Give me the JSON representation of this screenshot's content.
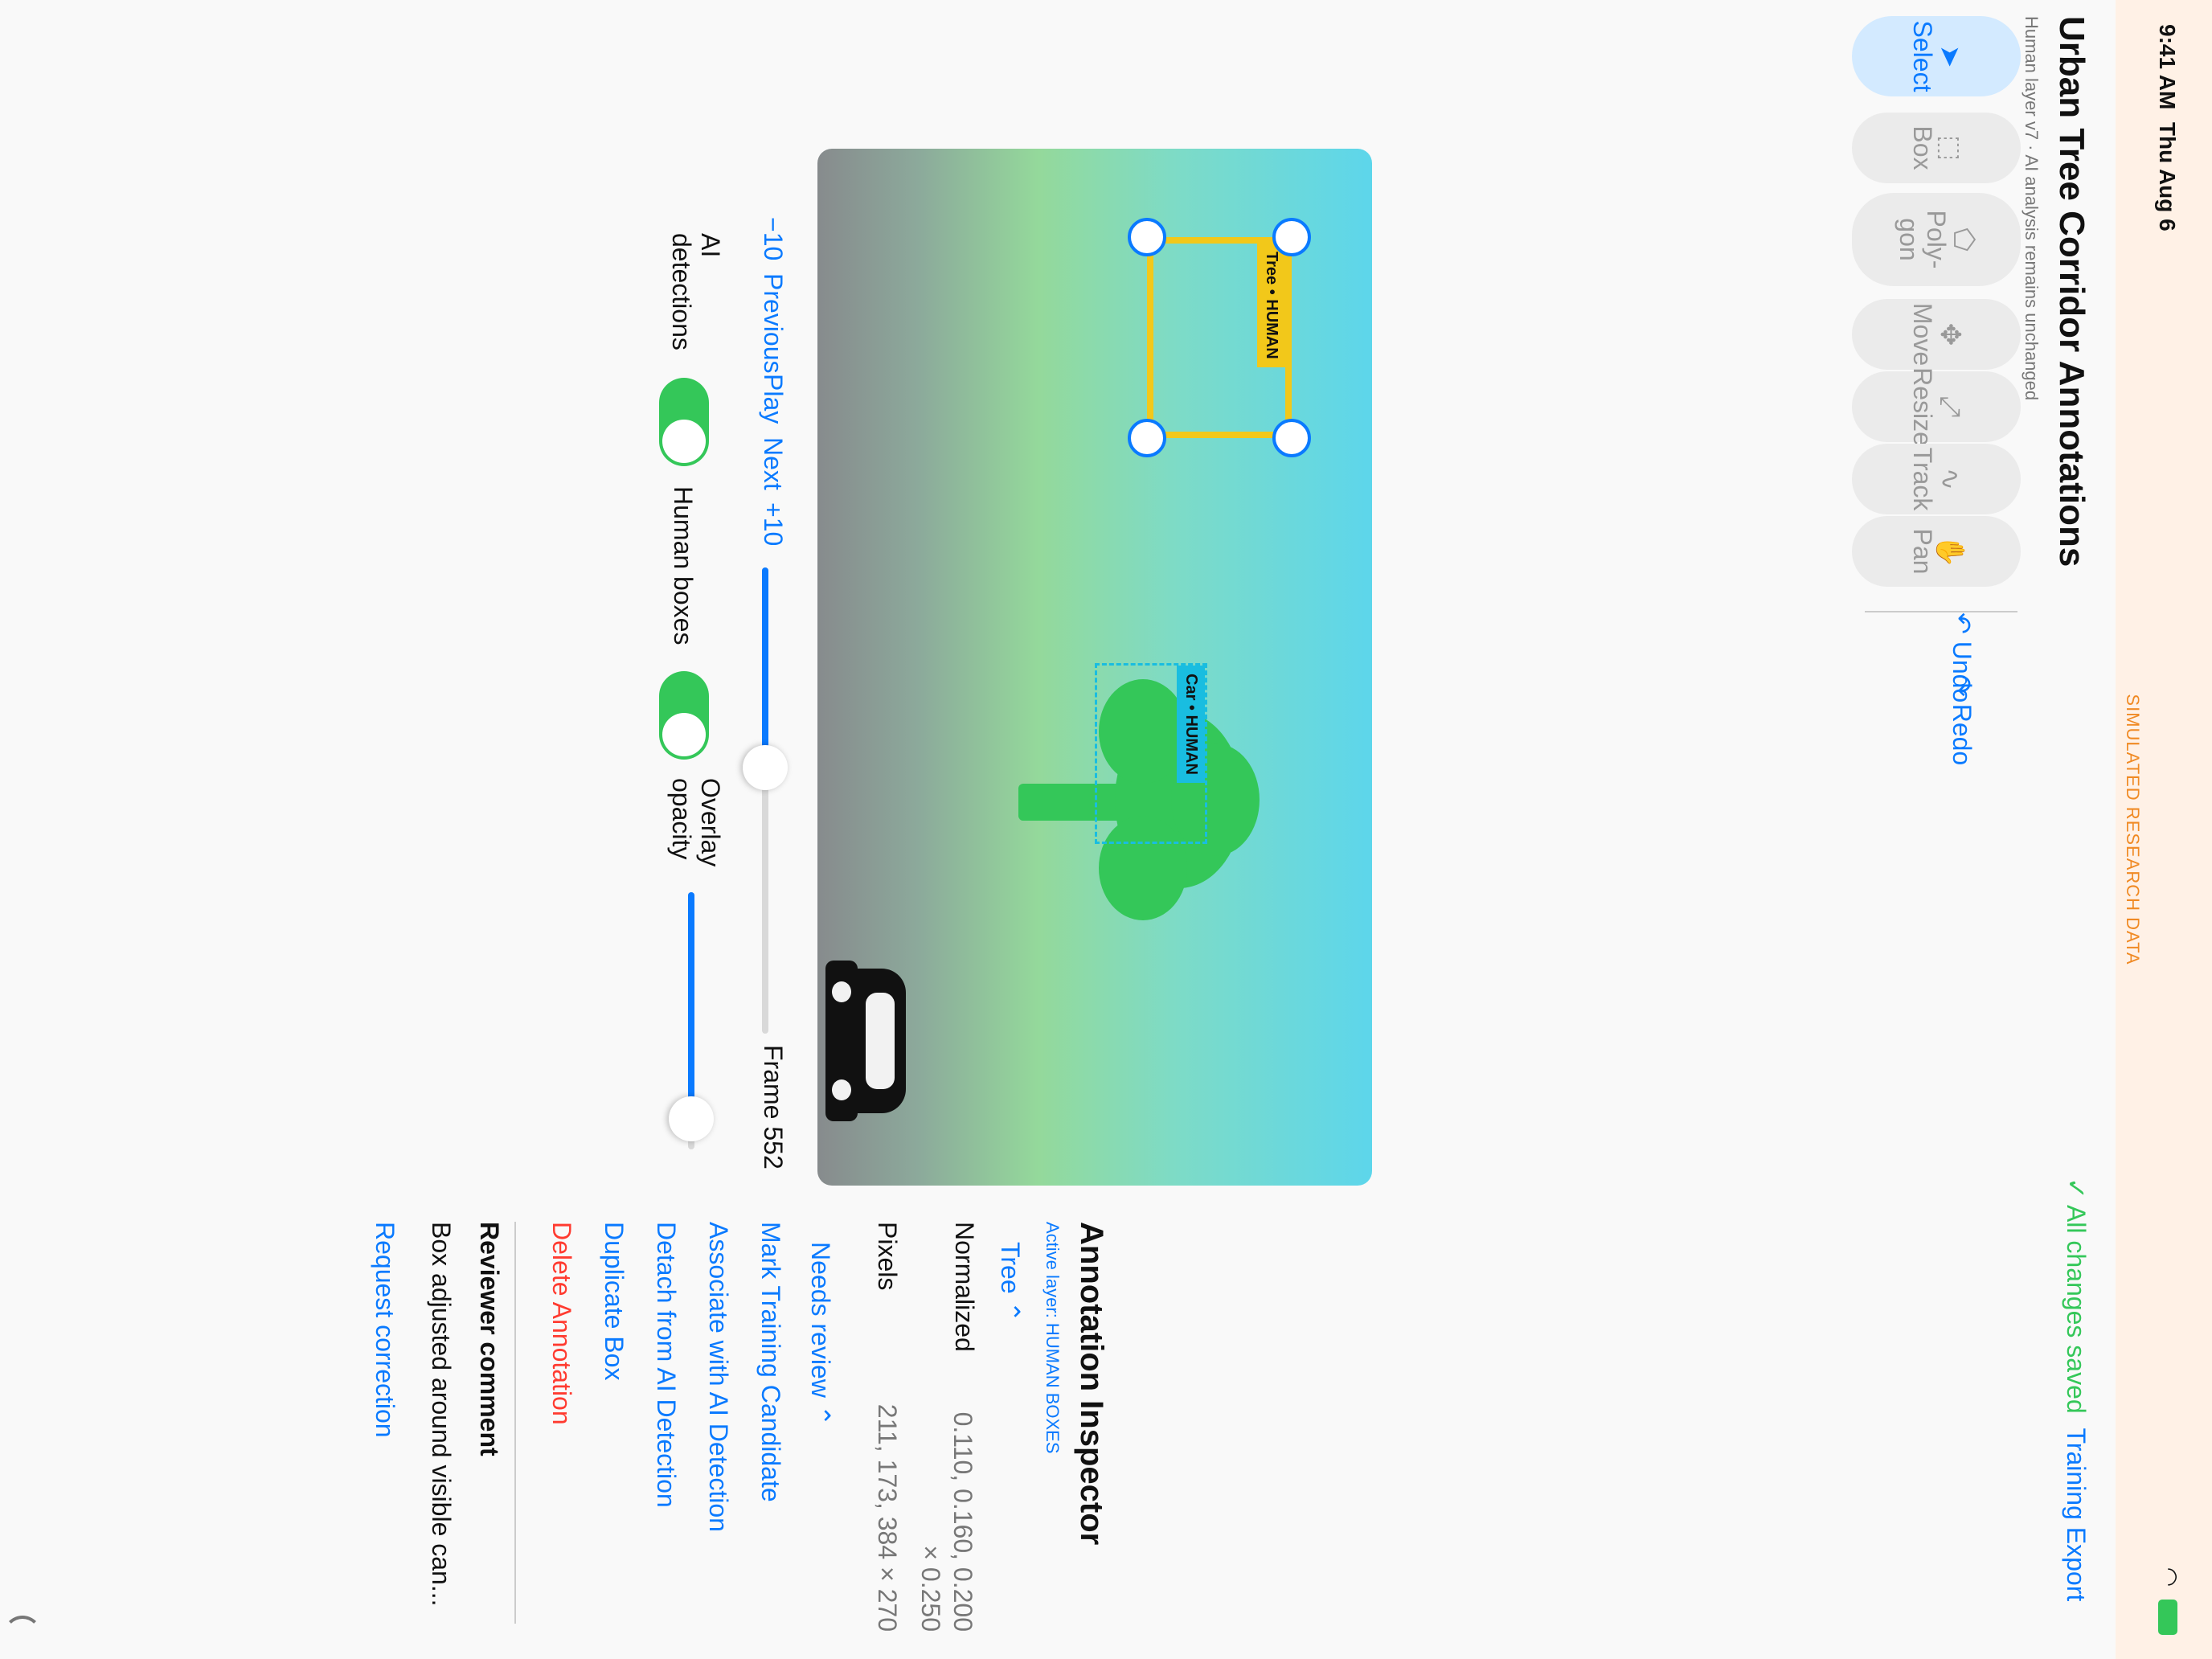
{
  "status_bar": {
    "time": "9:41 AM",
    "date": "Thu Aug 6",
    "banner": "SIMULATED RESEARCH DATA",
    "icons": [
      "wifi-icon",
      "battery-icon"
    ]
  },
  "header": {
    "title": "Urban Tree Corridor Annotations",
    "subtitle": "Human layer v7 · AI analysis remains unchanged",
    "save_status": "All changes saved",
    "export_label": "Training Export"
  },
  "toolbar": {
    "tools": [
      {
        "label": "Select",
        "icon": "arrow-pointer-icon",
        "active": true
      },
      {
        "label": "Box",
        "icon": "dashed-square-icon",
        "active": false
      },
      {
        "label": "Poly-\ngon",
        "icon": "pentagon-icon",
        "active": false
      },
      {
        "label": "Move",
        "icon": "move-arrows-icon",
        "active": false
      },
      {
        "label": "Resize",
        "icon": "resize-diagonal-icon",
        "active": false
      },
      {
        "label": "Track",
        "icon": "track-path-icon",
        "active": false
      },
      {
        "label": "Pan",
        "icon": "hand-icon",
        "active": false
      }
    ],
    "undo_label": "Undo",
    "redo_label": "Redo"
  },
  "canvas": {
    "annotations": [
      {
        "label": "Tree • HUMAN",
        "color": "#f2c81a",
        "selected": true
      },
      {
        "label": "Car • HUMAN",
        "color": "#19bde0",
        "selected": false
      }
    ],
    "objects": [
      "tree-icon",
      "car-icon"
    ]
  },
  "timeline": {
    "minus10": "−10",
    "previous": "Previous",
    "play": "Play",
    "next": "Next",
    "plus10": "+10",
    "frame_label": "Frame 552",
    "frame_progress": 0.43
  },
  "layers": {
    "ai_detections_label": "AI detections",
    "ai_detections_on": true,
    "human_boxes_label": "Human boxes",
    "human_boxes_on": true,
    "overlay_opacity_label": "Overlay opacity",
    "overlay_opacity": 0.88
  },
  "inspector": {
    "title": "Annotation Inspector",
    "active_layer": "Active layer: HUMAN BOXES",
    "class_value": "Tree ⌃",
    "normalized_label": "Normalized",
    "normalized_value": "0.110, 0.160, 0.200 × 0.250",
    "pixels_label": "Pixels",
    "pixels_value": "211, 173, 384 × 270",
    "review_status": "Needs review ⌃",
    "actions": [
      {
        "label": "Mark Training Candidate",
        "color": "#0a7aff"
      },
      {
        "label": "Associate with AI Detection",
        "color": "#0a7aff"
      },
      {
        "label": "Detach from AI Detection",
        "color": "#0a7aff"
      },
      {
        "label": "Duplicate Box",
        "color": "#0a7aff"
      },
      {
        "label": "Delete Annotation",
        "color": "#ff3b30"
      }
    ],
    "reviewer_comment_title": "Reviewer comment",
    "reviewer_comment": "Box adjusted around visible can...",
    "request_correction": "Request correction"
  }
}
